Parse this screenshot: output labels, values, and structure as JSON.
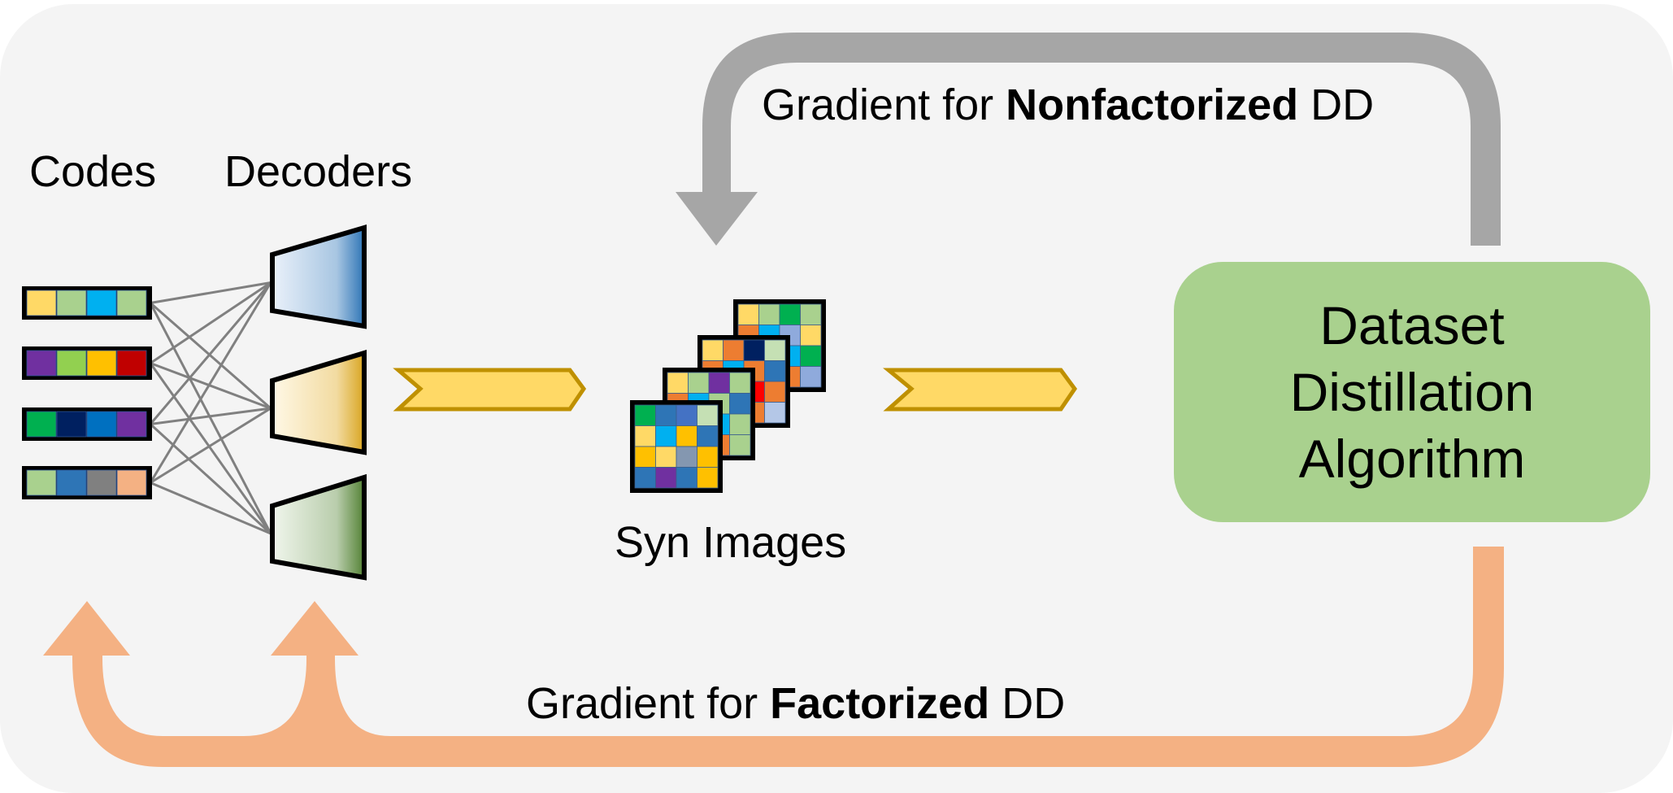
{
  "labels": {
    "codes": "Codes",
    "decoders": "Decoders",
    "syn_images": "Syn Images",
    "nonfactorized": {
      "prefix": "Gradient for ",
      "bold": "Nonfactorized",
      "suffix": " DD"
    },
    "factorized": {
      "prefix": "Gradient for ",
      "bold": "Factorized",
      "suffix": " DD"
    }
  },
  "algorithm_box": {
    "lines": [
      "Dataset",
      "Distillation",
      "Algorithm"
    ],
    "color": "#A9D18E"
  },
  "colors": {
    "background": "#F4F4F4",
    "nonfactorized_arrow": "#A6A6A6",
    "factorized_arrow": "#F4B183",
    "chevron_fill": "#FFD966",
    "chevron_stroke": "#BF9000",
    "connector": "#808080"
  },
  "codes": [
    [
      "#FFD966",
      "#A9D18E",
      "#00B0F0",
      "#A9D18E"
    ],
    [
      "#7030A0",
      "#92D050",
      "#FFC000",
      "#C00000"
    ],
    [
      "#00B050",
      "#002060",
      "#0070C0",
      "#7030A0"
    ],
    [
      "#A9D18E",
      "#2E75B6",
      "#808080",
      "#F4B183"
    ]
  ],
  "decoders": [
    {
      "name": "blue",
      "light": "#EAF1FA",
      "dark": "#2E75B6"
    },
    {
      "name": "yellow",
      "light": "#FFF8E6",
      "dark": "#D9A520"
    },
    {
      "name": "green",
      "light": "#F0F6EC",
      "dark": "#548235"
    }
  ],
  "syn_images": [
    [
      [
        "#FFD966",
        "#A9D18E",
        "#00B050",
        "#A9D18E"
      ],
      [
        "#ED7D31",
        "#00B0F0",
        "#8FAADC",
        "#FFD966"
      ],
      [
        "#ED7D31",
        "#00B0F0",
        "#00B0F0",
        "#00B050"
      ],
      [
        "#ED7D31",
        "#ED7D31",
        "#ED7D31",
        "#8FAADC"
      ]
    ],
    [
      [
        "#FFD966",
        "#ED7D31",
        "#002060",
        "#C5E0B4"
      ],
      [
        "#ED7D31",
        "#00B0F0",
        "#ED7D31",
        "#2E75B6"
      ],
      [
        "#ED7D31",
        "#00B0F0",
        "#FF0000",
        "#ED7D31"
      ],
      [
        "#ED7D31",
        "#ED7D31",
        "#ED7D31",
        "#B4C7E7"
      ]
    ],
    [
      [
        "#FFD966",
        "#A9D18E",
        "#7030A0",
        "#A9D18E"
      ],
      [
        "#ED7D31",
        "#00B0F0",
        "#A9D18E",
        "#2E75B6"
      ],
      [
        "#ED7D31",
        "#00B0F0",
        "#00B0F0",
        "#A9D18E"
      ],
      [
        "#ED7D31",
        "#ED7D31",
        "#ED7D31",
        "#A9D18E"
      ]
    ],
    [
      [
        "#00B050",
        "#2E75B6",
        "#4472C4",
        "#C5E0B4"
      ],
      [
        "#FFD966",
        "#00B0F0",
        "#FFC000",
        "#2E75B6"
      ],
      [
        "#FFC000",
        "#FFD966",
        "#8497B0",
        "#FFC000"
      ],
      [
        "#2E75B6",
        "#7030A0",
        "#2E75B6",
        "#FFC000"
      ]
    ]
  ]
}
